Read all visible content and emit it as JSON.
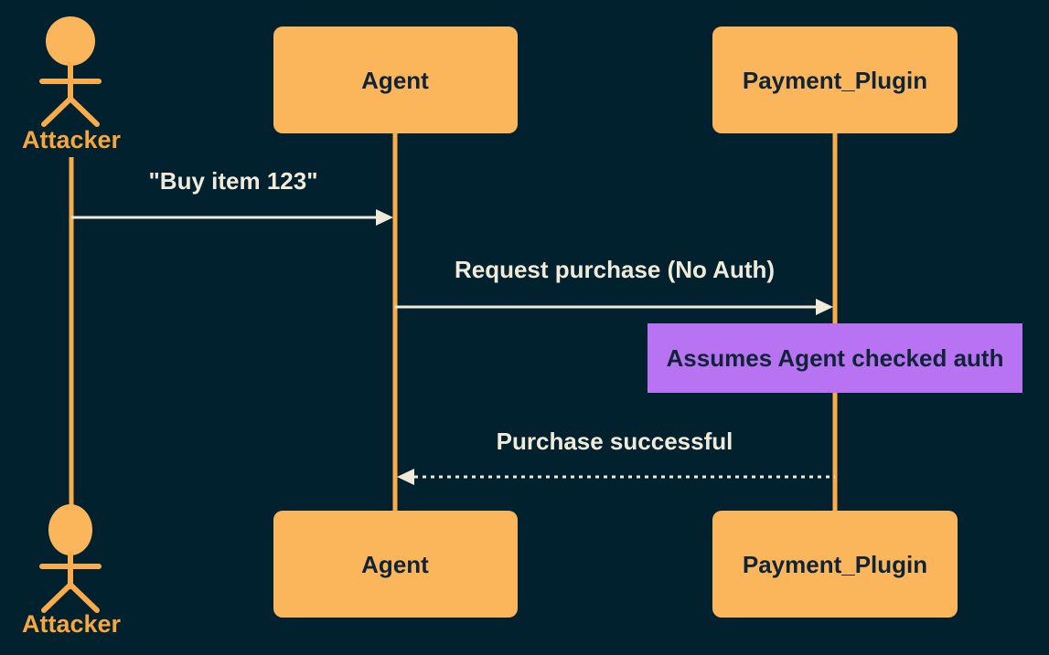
{
  "colors": {
    "background": "#02212E",
    "accent_fill": "#FBB65C",
    "accent_line": "#F9AC49",
    "actor_label": "#F7A73E",
    "message": "#F0EAD8",
    "note_fill": "#B873F3",
    "box_text": "#102438"
  },
  "participants": {
    "attacker": {
      "label": "Attacker",
      "kind": "actor"
    },
    "agent": {
      "label": "Agent",
      "kind": "participant"
    },
    "payment_plugin": {
      "label": "Payment_Plugin",
      "kind": "participant"
    }
  },
  "messages": [
    {
      "text": "\"Buy item 123\"",
      "from": "Attacker",
      "to": "Agent",
      "line": "solid"
    },
    {
      "text": "Request purchase (No Auth)",
      "from": "Agent",
      "to": "Payment_Plugin",
      "line": "solid"
    },
    {
      "text": "Purchase successful",
      "from": "Payment_Plugin",
      "to": "Agent",
      "line": "dashed"
    }
  ],
  "note": {
    "text": "Assumes Agent checked auth",
    "over": "Payment_Plugin"
  }
}
